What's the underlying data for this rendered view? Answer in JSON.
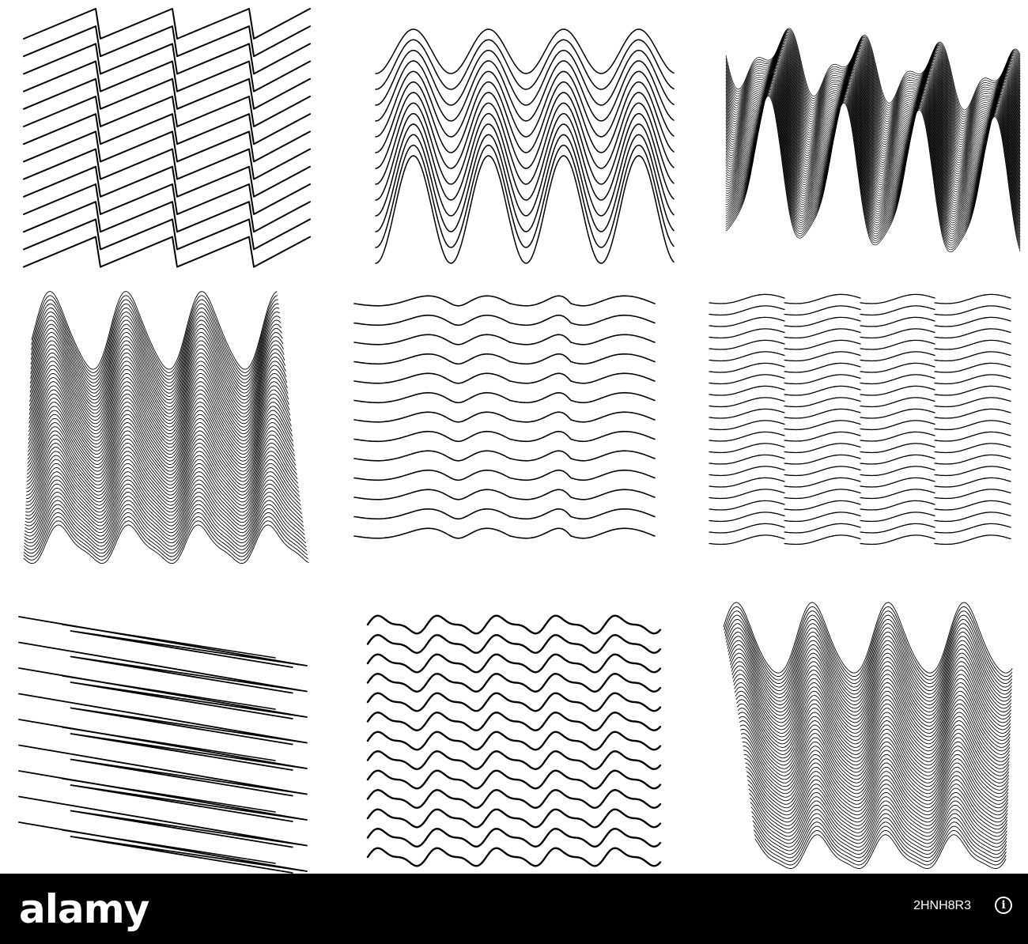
{
  "artwork": {
    "panels": [
      {
        "name": "zigzag-hatch-panel"
      },
      {
        "name": "sine-wave-bundle-panel"
      },
      {
        "name": "dense-folded-ribbon-panel"
      },
      {
        "name": "draped-fabric-waves-panel"
      },
      {
        "name": "s-hook-strokes-panel"
      },
      {
        "name": "stepped-wave-lines-panel"
      },
      {
        "name": "needle-scribble-panel"
      },
      {
        "name": "soft-wave-lines-panel"
      },
      {
        "name": "hanging-curtain-waves-panel"
      }
    ],
    "stroke_color": "#000000",
    "background_color": "#ffffff"
  },
  "footer": {
    "brand": "alamy",
    "image_id": "2HNH8R3",
    "info_icon": "info-icon",
    "background_color": "#000000",
    "text_color": "#ffffff"
  }
}
